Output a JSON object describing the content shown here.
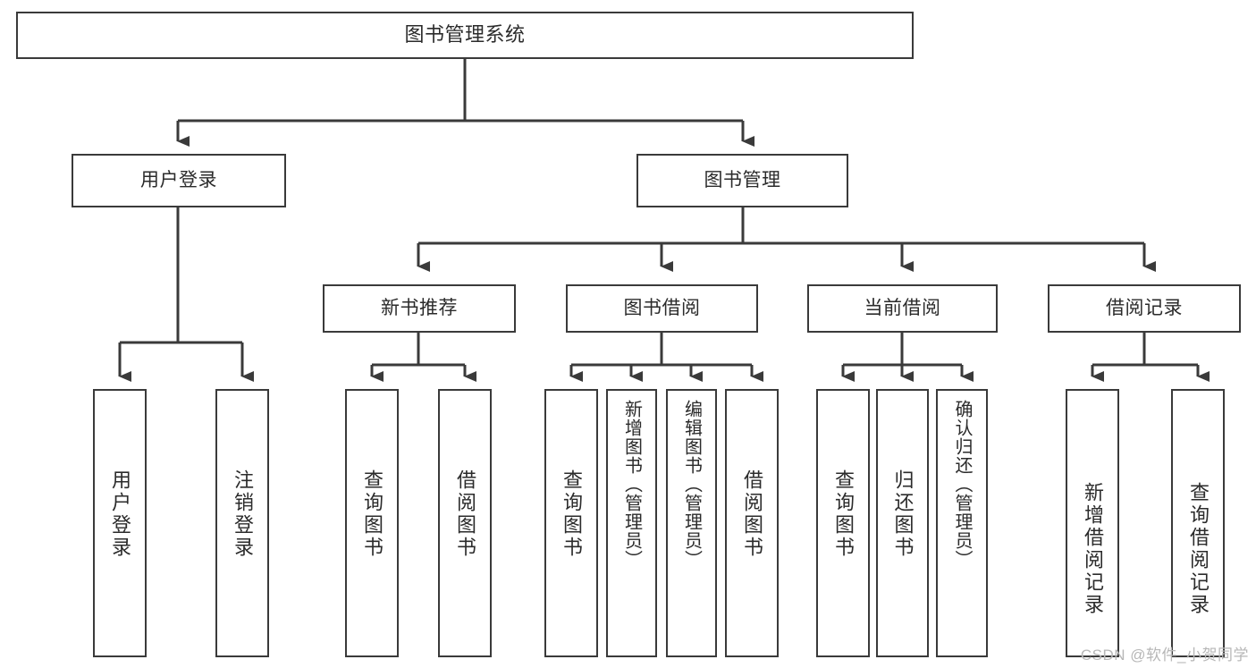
{
  "diagram": {
    "title": "图书管理系统",
    "type": "tree-hierarchy-chart",
    "colors": {
      "background": "#ffffff",
      "stroke": "#3a3a3a",
      "text": "#2b2b2b",
      "watermark": "#b7b7b7"
    },
    "levels": {
      "root": "图书管理系统",
      "level2": [
        "用户登录",
        "图书管理"
      ],
      "level3": [
        "新书推荐",
        "图书借阅",
        "当前借阅",
        "借阅记录"
      ]
    },
    "nodes": {
      "root": "图书管理系统",
      "user_login": "用户登录",
      "book_manage": "图书管理",
      "new_book_rec": "新书推荐",
      "book_borrow": "图书借阅",
      "current_borrow": "当前借阅",
      "borrow_record": "借阅记录",
      "leaf_user_login": "用户登录",
      "leaf_logout": "注销登录",
      "leaf_query_book_1": "查询图书",
      "leaf_borrow_book_1": "借阅图书",
      "leaf_query_book_2": "查询图书",
      "leaf_add_book_admin": "新增图书（管理员）",
      "leaf_edit_book_admin": "编辑图书（管理员）",
      "leaf_borrow_book_2": "借阅图书",
      "leaf_query_book_3": "查询图书",
      "leaf_return_book": "归还图书",
      "leaf_confirm_return_admin": "确认归还（管理员）",
      "leaf_add_record": "新增借阅记录",
      "leaf_query_record": "查询借阅记录"
    },
    "watermark": "CSDN @软件_小贺同学"
  }
}
